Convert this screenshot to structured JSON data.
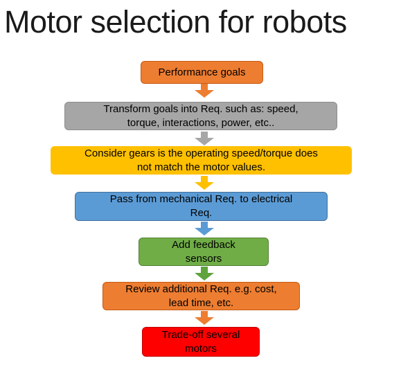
{
  "title": "Motor selection for robots",
  "flow": {
    "boxes": [
      {
        "label": "Performance goals",
        "bg": "#ED7D31",
        "border": "#C55A11"
      },
      {
        "label": "Transform goals into Req. such as: speed,\ntorque, interactions, power, etc..",
        "bg": "#A6A6A6",
        "border": "#8C8C8C"
      },
      {
        "label": "Consider gears is the operating speed/torque does\nnot match the motor values.",
        "bg": "#FFC000",
        "border": "#FFC000"
      },
      {
        "label": "Pass from mechanical Req. to electrical\nReq.",
        "bg": "#5B9BD5",
        "border": "#41719C"
      },
      {
        "label": "Add feedback\nsensors",
        "bg": "#70AD47",
        "border": "#538135"
      },
      {
        "label": "Review additional Req. e.g. cost,\nlead time, etc.",
        "bg": "#ED7D31",
        "border": "#C55A11"
      },
      {
        "label": "Trade-off several\nmotors",
        "bg": "#FF0000",
        "border": "#C00000"
      }
    ],
    "arrows": [
      {
        "color": "#ED7D31"
      },
      {
        "color": "#A6A6A6"
      },
      {
        "color": "#FFC000"
      },
      {
        "color": "#5B9BD5"
      },
      {
        "color": "#5FA33C"
      },
      {
        "color": "#ED7D31"
      }
    ],
    "text_color": "#000000"
  }
}
